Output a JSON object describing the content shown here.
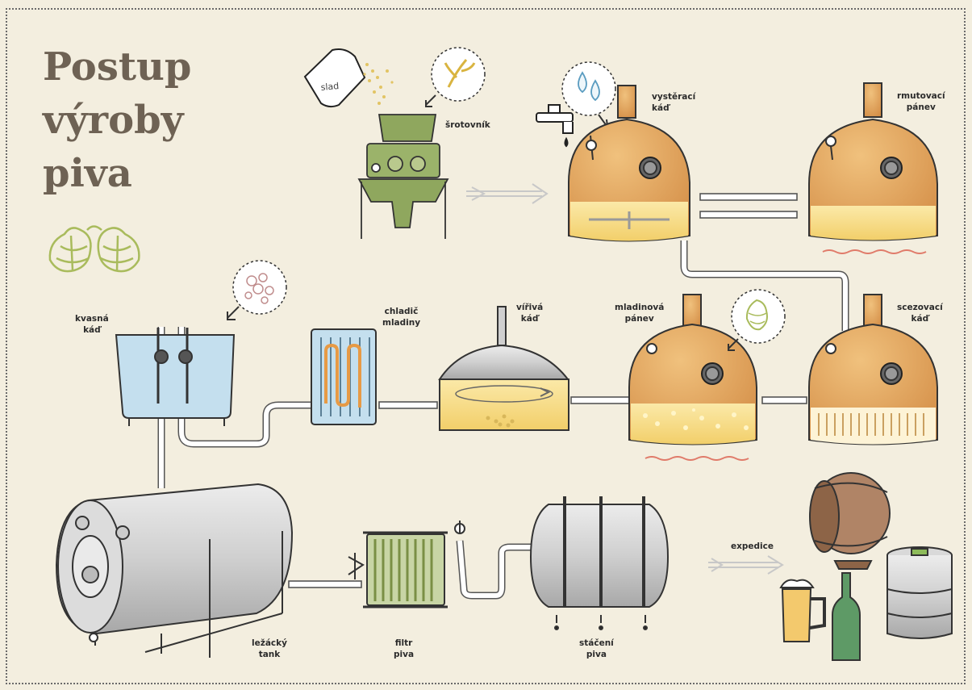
{
  "title": {
    "line1": "Postup",
    "line2": "výroby",
    "line3": "piva"
  },
  "bag_label": "slad",
  "stages": {
    "srotovnik": "šrotovník",
    "vystiraci_line1": "vystěrací",
    "vystiraci_line2": "káď",
    "rmutovaci_line1": "rmutovací",
    "rmutovaci_line2": "pánev",
    "kvasna_line1": "kvasná",
    "kvasna_line2": "káď",
    "chladic_line1": "chladič",
    "chladic_line2": "mladiny",
    "viriva_line1": "vířivá",
    "viriva_line2": "káď",
    "mladinova_line1": "mladinová",
    "mladinova_line2": "pánev",
    "scezovaci_line1": "scezovací",
    "scezovaci_line2": "káď",
    "lezacky_line1": "ležácký",
    "lezacky_line2": "tank",
    "filtr_line1": "filtr",
    "filtr_line2": "piva",
    "staceni_line1": "stáčení",
    "staceni_line2": "piva",
    "expedice": "expedice"
  },
  "colors": {
    "background": "#f3eedf",
    "copper": "#e3a764",
    "green_mill": "#8fa75e",
    "fermenter_blue": "#c4dfee",
    "steel_gray": "#cfcfcf",
    "wort_yellow": "#f7e08e",
    "hop_green": "#a9bb5c",
    "title_brown": "#6e6254"
  },
  "icons": [
    "grain-icon",
    "water-drops-icon",
    "hops-icon",
    "yeast-icon",
    "hop-logo-icon",
    "flow-arrow-icon"
  ]
}
